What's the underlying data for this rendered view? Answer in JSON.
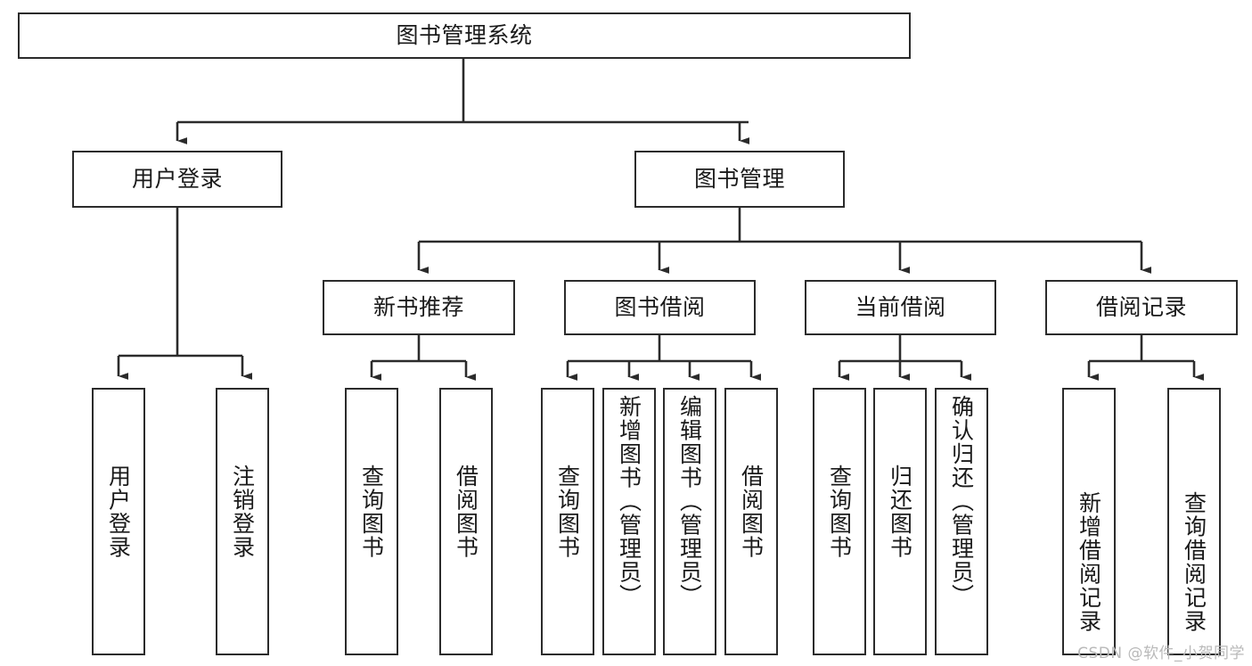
{
  "diagram": {
    "title_node": {
      "id": "root",
      "label": "图书管理系统"
    },
    "level2": [
      {
        "id": "user-login",
        "label": "用户登录"
      },
      {
        "id": "book-management",
        "label": "图书管理"
      }
    ],
    "level3": [
      {
        "id": "new-book-recommend",
        "label": "新书推荐"
      },
      {
        "id": "book-borrow",
        "label": "图书借阅"
      },
      {
        "id": "current-borrow",
        "label": "当前借阅"
      },
      {
        "id": "borrow-record",
        "label": "借阅记录"
      }
    ],
    "leaves": [
      {
        "id": "leaf-user-login",
        "label": "用户登录",
        "parent": "user-login"
      },
      {
        "id": "leaf-logout-login",
        "label": "注销登录",
        "parent": "user-login"
      },
      {
        "id": "leaf-query-book-1",
        "label": "查询图书",
        "parent": "new-book-recommend"
      },
      {
        "id": "leaf-borrow-book-1",
        "label": "借阅图书",
        "parent": "new-book-recommend"
      },
      {
        "id": "leaf-query-book-2",
        "label": "查询图书",
        "parent": "book-borrow"
      },
      {
        "id": "leaf-add-book",
        "label": "新增图书（管理员）",
        "parent": "book-borrow"
      },
      {
        "id": "leaf-edit-book",
        "label": "编辑图书（管理员）",
        "parent": "book-borrow"
      },
      {
        "id": "leaf-borrow-book-2",
        "label": "借阅图书",
        "parent": "book-borrow"
      },
      {
        "id": "leaf-query-book-3",
        "label": "查询图书",
        "parent": "current-borrow"
      },
      {
        "id": "leaf-return-book",
        "label": "归还图书",
        "parent": "current-borrow"
      },
      {
        "id": "leaf-confirm-return",
        "label": "确认归还（管理员）",
        "parent": "current-borrow"
      },
      {
        "id": "leaf-add-record",
        "label": "新增借阅记录",
        "parent": "borrow-record"
      },
      {
        "id": "leaf-query-record",
        "label": "查询借阅记录",
        "parent": "borrow-record"
      }
    ],
    "colors": {
      "stroke": "#2b2b2b",
      "fill": "#ffffff",
      "text": "#1a1a1a",
      "watermark": "#b9b9b9"
    }
  },
  "watermark": {
    "text": "CSDN @软件_小贺同学"
  }
}
